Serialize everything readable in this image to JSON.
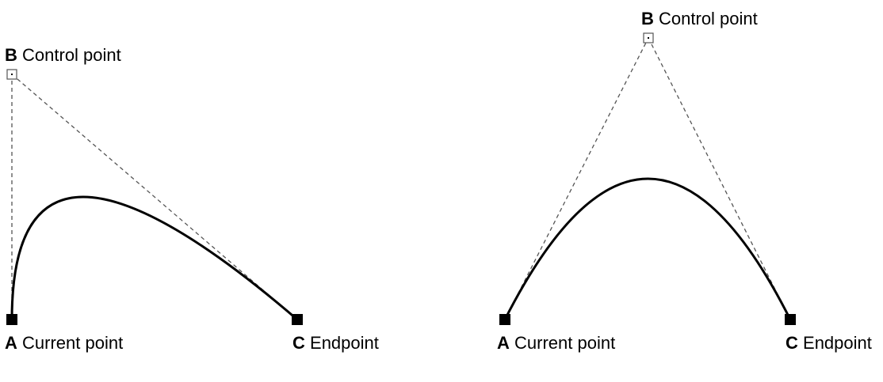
{
  "colors": {
    "curve": "#000000",
    "guide": "#555555",
    "anchor": "#000000"
  },
  "diagrams": [
    {
      "control": {
        "letter": "B",
        "label": "Control point"
      },
      "start": {
        "letter": "A",
        "label": "Current point"
      },
      "end": {
        "letter": "C",
        "label": "Endpoint"
      }
    },
    {
      "control": {
        "letter": "B",
        "label": "Control point"
      },
      "start": {
        "letter": "A",
        "label": "Current point"
      },
      "end": {
        "letter": "C",
        "label": "Endpoint"
      }
    }
  ]
}
